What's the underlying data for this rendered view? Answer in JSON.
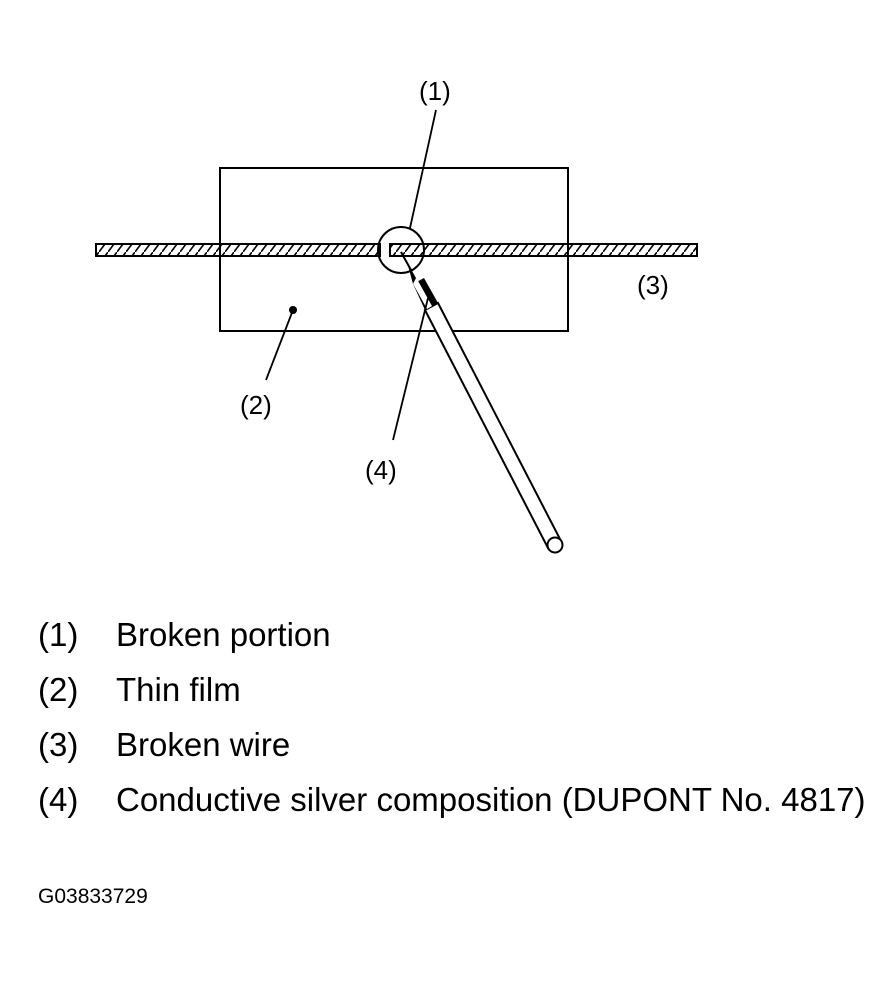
{
  "callouts": {
    "c1": "(1)",
    "c2": "(2)",
    "c3": "(3)",
    "c4": "(4)"
  },
  "legend": [
    {
      "num": "(1)",
      "text": "Broken portion"
    },
    {
      "num": "(2)",
      "text": "Thin film"
    },
    {
      "num": "(3)",
      "text": "Broken wire"
    },
    {
      "num": "(4)",
      "text": "Conductive silver composition (DUPONT No. 4817)"
    }
  ],
  "figure_id": "G03833729"
}
